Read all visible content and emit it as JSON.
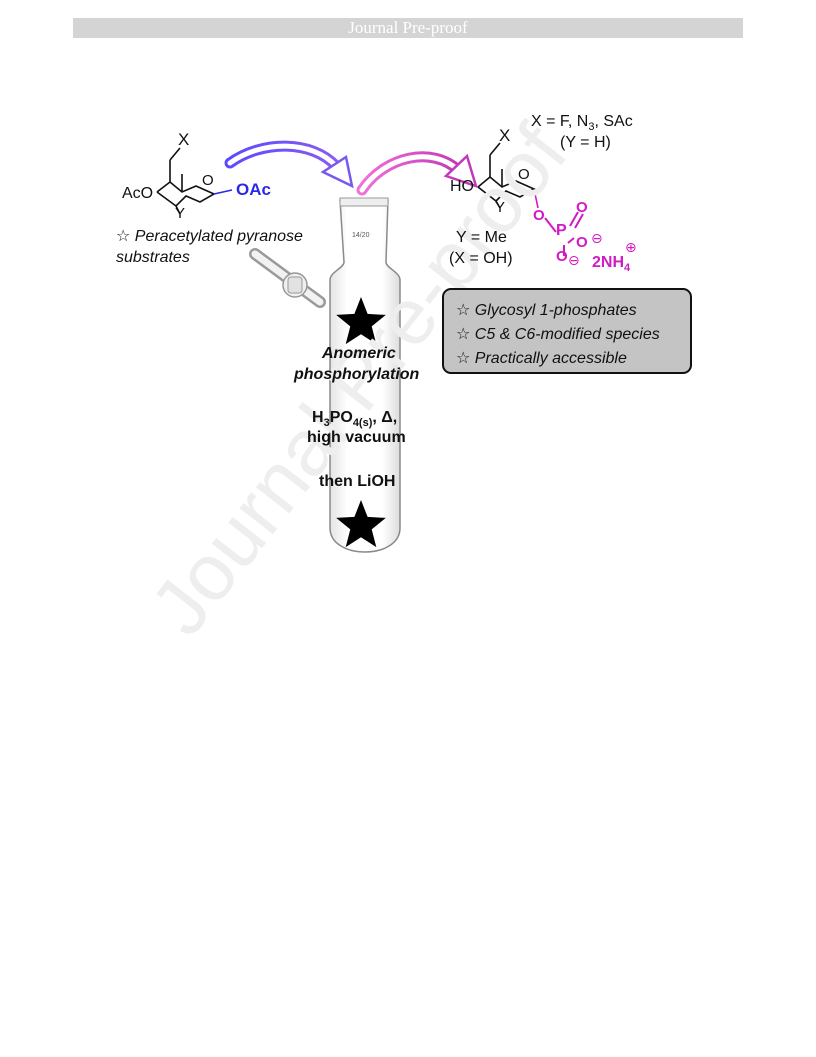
{
  "header": {
    "label": "Journal Pre-proof"
  },
  "watermark": {
    "text": "Journal Pre-proof"
  },
  "left_molecule": {
    "x": "X",
    "y": "Y",
    "aco": "AcO",
    "ring_o": "O",
    "oac": "OAc",
    "caption_line1": "☆ Peracetylated pyranose",
    "caption_line2": "substrates"
  },
  "flask_label": {
    "ground_glass": "14/20"
  },
  "conditions": {
    "title_line1": "Anomeric",
    "title_line2": "phosphorylation",
    "h": "H",
    "sub3": "3",
    "po": "PO",
    "sub4s": "4(s)",
    "rest": ", Δ,",
    "vacuum": "high vacuum",
    "then": "then LiOH"
  },
  "right_molecule": {
    "x": "X",
    "y": "Y",
    "ho": "HO",
    "ring_o": "O",
    "x_def": "X = F, N",
    "x_def_sub": "3",
    "x_def_end": ", SAc",
    "x_def_y": "(Y = H)",
    "y_def": "Y = Me",
    "y_def_x": "(X = OH)",
    "phos_o1": "O",
    "phos_p": "P",
    "phos_o2": "O",
    "phos_o3": "O",
    "phos_o4": "O",
    "minus": "⊖",
    "plus": "⊕",
    "counterion": "2NH",
    "counterion_sub": "4"
  },
  "features": {
    "items": [
      "☆ Glycosyl 1-phosphates",
      "☆ C5 & C6-modified species",
      "☆ Practically accessible"
    ]
  },
  "colors": {
    "blue_arrow": "#5b4bff",
    "magenta_arrow": "#d63ec0",
    "oac_blue": "#2a2ae6",
    "phosphate_magenta": "#d11ac4",
    "box_fill": "#c4c4c4"
  }
}
